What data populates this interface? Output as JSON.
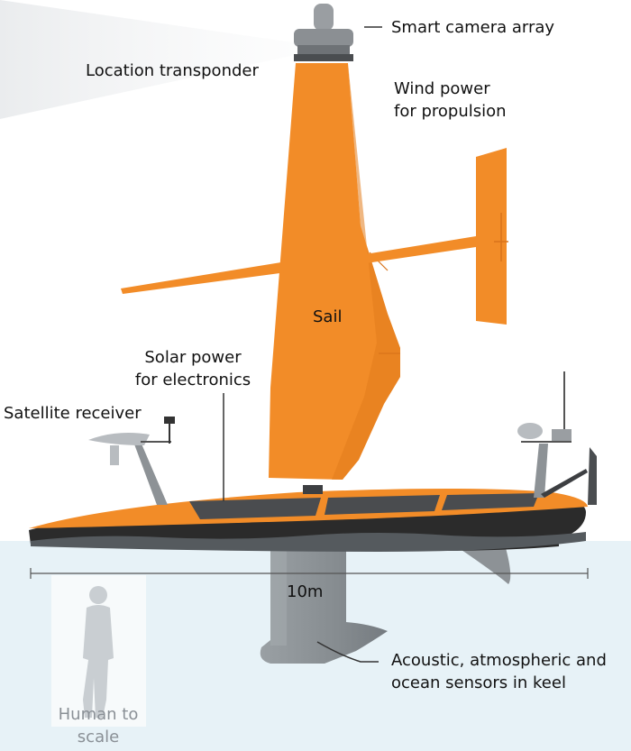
{
  "labels": {
    "smart_camera_array": "Smart camera array",
    "location_transponder": "Location transponder",
    "wind_power": [
      "Wind power",
      "for propulsion"
    ],
    "sail": "Sail",
    "solar_power": [
      "Solar power",
      "for electronics"
    ],
    "satellite_receiver": "Satellite receiver",
    "length": "10m",
    "keel_sensors": [
      "Acoustic, atmospheric and",
      "ocean sensors in keel"
    ],
    "human_scale": [
      "Human to",
      "scale"
    ]
  },
  "colors": {
    "sail_orange": "#f28c28",
    "sail_orange_dark": "#d9731a",
    "hull_black": "#2b2b2b",
    "keel_gray": "#8d9296",
    "water": "#e7f2f7",
    "label_text": "#111111",
    "muted_text": "#8a9096"
  }
}
